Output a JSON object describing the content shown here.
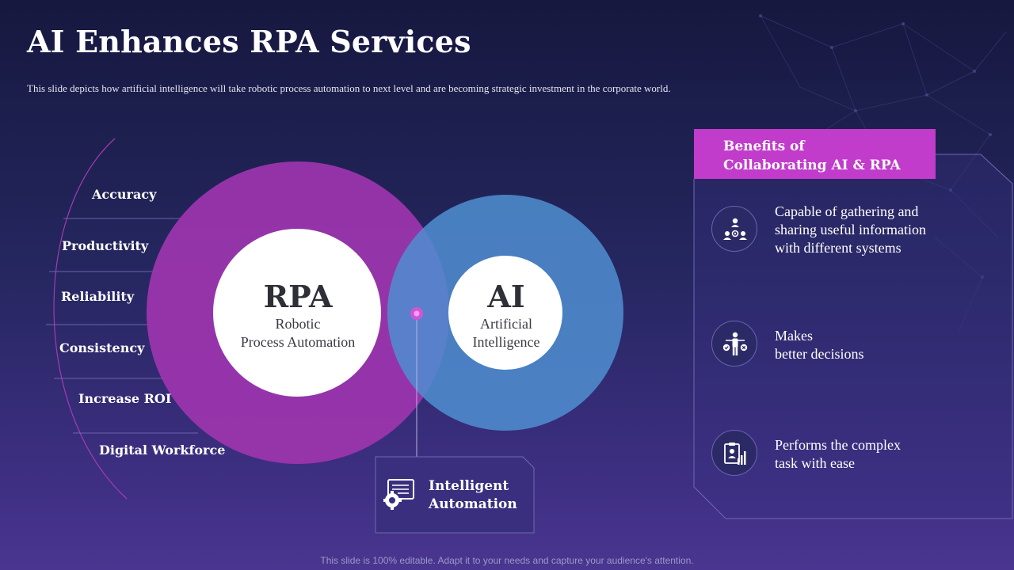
{
  "title": "AI Enhances RPA Services",
  "subtitle": "This slide depicts how artificial intelligence will take robotic process automation to next level and are becoming strategic  investment in the corporate  world.",
  "qualities": [
    "Accuracy",
    "Productivity",
    "Reliability",
    "Consistency",
    "Increase ROI",
    "Digital Workforce"
  ],
  "rpa": {
    "heading": "RPA",
    "line1": "Robotic",
    "line2": "Process Automation"
  },
  "ai": {
    "heading": "AI",
    "line1": "Artificial",
    "line2": "Intelligence"
  },
  "intelligent_automation": {
    "line1": "Intelligent",
    "line2": "Automation",
    "icon": "gear-screen-icon"
  },
  "benefits": {
    "header_line1": "Benefits of",
    "header_line2": "Collaborating  AI & RPA",
    "items": [
      {
        "icon": "network-people-icon",
        "lines": [
          "Capable of gathering and",
          "sharing useful information",
          "with different systems"
        ]
      },
      {
        "icon": "decision-person-icon",
        "lines": [
          "Makes",
          "better decisions"
        ]
      },
      {
        "icon": "report-chart-icon",
        "lines": [
          "Performs the complex",
          "task with ease"
        ]
      }
    ]
  },
  "footer": "This slide is 100% editable. Adapt it to your needs and capture your audience's attention.",
  "colors": {
    "rpa_circle": "#9b35ad",
    "ai_circle": "#4f8ed0",
    "benefits_header": "#c13ccb",
    "connector_dot": "#d055d6"
  }
}
